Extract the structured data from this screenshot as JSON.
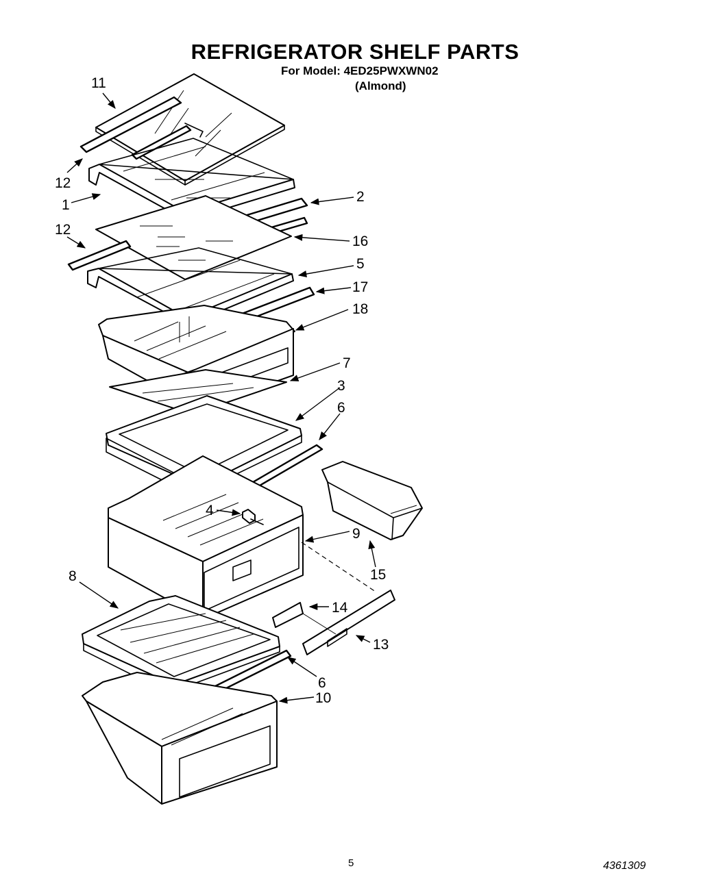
{
  "header": {
    "title": "REFRIGERATOR SHELF PARTS",
    "model_line": "For Model: 4ED25PWXWN02",
    "color": "(Almond)"
  },
  "callouts": [
    "11",
    "12",
    "1",
    "12",
    "2",
    "16",
    "5",
    "17",
    "18",
    "7",
    "3",
    "6",
    "4",
    "9",
    "15",
    "8",
    "14",
    "13",
    "6",
    "10"
  ],
  "footer": {
    "page_number": "5",
    "document_number": "4361309"
  }
}
